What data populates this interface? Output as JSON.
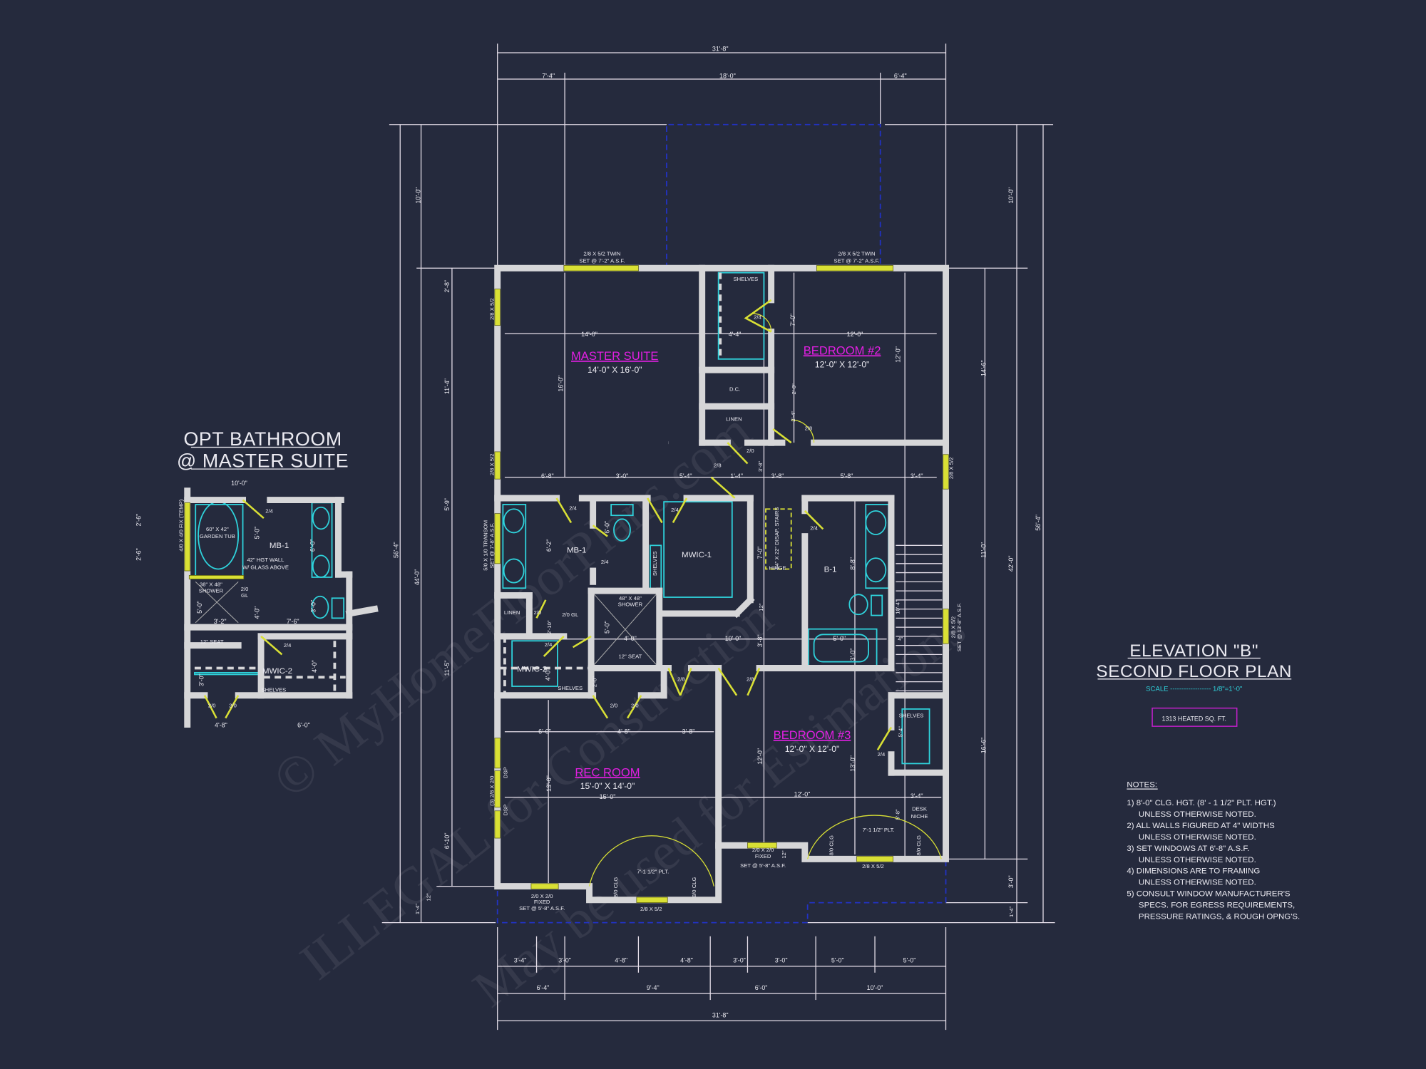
{
  "colors": {
    "background": "#252a3d",
    "walls": "#d6d6d8",
    "windows_doors": "#d9e035",
    "fixtures": "#2fd3dc",
    "room_labels": "#e31fe3",
    "roof_outline": "#2232c4"
  },
  "watermark": [
    "© MyHomeFloorPlans.com",
    "ILLEGAL for Construction",
    "May be used for Estimations"
  ],
  "title": {
    "line1": "ELEVATION \"B\"",
    "line2": "SECOND FLOOR PLAN",
    "scale_label": "SCALE ------------------ 1/8\"=1'-0\"",
    "heated_area": "1313 HEATED SQ. FT."
  },
  "notes": {
    "heading": "NOTES:",
    "lines": [
      "1) 8'-0\"  CLG. HGT. (8' - 1 1/2\" PLT. HGT.)",
      "UNLESS OTHERWISE NOTED.",
      "2) ALL  WALLS FIGURED AT 4\" WIDTHS",
      "UNLESS OTHERWISE NOTED.",
      "3) SET WINDOWS AT 6'-8\" A.S.F.",
      "UNLESS OTHERWISE NOTED.",
      "4) DIMENSIONS ARE TO FRAMING",
      "UNLESS OTHERWISE NOTED.",
      "5) CONSULT WINDOW MANUFACTURER'S",
      "SPECS. FOR EGRESS REQUIREMENTS,",
      "PRESSURE RATINGS, & ROUGH OPNG'S."
    ]
  },
  "rooms": {
    "master_suite": {
      "name": "MASTER SUITE",
      "size": "14'-0\" X 16'-0\""
    },
    "bedroom2": {
      "name": "BEDROOM #2",
      "size": "12'-0\" X 12'-0\""
    },
    "rec_room": {
      "name": "REC ROOM",
      "size": "15'-0\" X 14'-0\"",
      "width": "15'-0\""
    },
    "bedroom3": {
      "name": "BEDROOM #3",
      "size": "12'-0\" X 12'-0\""
    }
  },
  "dims": {
    "top_total": "31'-8\"",
    "top": [
      "7'-4\"",
      "18'-0\"",
      "6'-4\""
    ],
    "bottom_row1": [
      "3'-4\"",
      "3'-0\"",
      "4'-8\"",
      "4'-8\"",
      "3'-0\"",
      "3'-0\"",
      "5'-0\"",
      "5'-0\""
    ],
    "bottom_row2": [
      "6'-4\"",
      "9'-4\"",
      "6'-0\"",
      "10'-0\""
    ],
    "bottom_total": "31'-8\"",
    "left_outer": "56'-4\"",
    "left_mid": [
      "10'-0\"",
      "44'-0\"",
      "1'-4\"",
      "12\""
    ],
    "left_inner": [
      "2'-8\"",
      "11'-4\"",
      "5'-9\"",
      "11'-5\"",
      "6'-10\""
    ],
    "right_outer": "56'-4\"",
    "right_mid": [
      "10'-0\"",
      "42'-0\"",
      "3'-0\"",
      "1'-4\""
    ],
    "right_inner": [
      "14'-6\"",
      "11'-0\"",
      "16'-6\""
    ],
    "upper_row": [
      "6'-8\"",
      "3'-0\"",
      "5'-4\"",
      "1'-4\"",
      "3'-8\"",
      "5'-8\"",
      "3'-4\""
    ],
    "rec_row": [
      "6'-0\"",
      "4'-8\"",
      "3'-8\""
    ]
  },
  "windows": {
    "top_twin": [
      "2/8 X 5/2 TWIN",
      "SET @ 7'-2\" A.S.F."
    ],
    "side_2852": "2/8 X 5/2",
    "transom": [
      "5/0 X 1/0 TRANSOM",
      "SET @ 7'-8\" A.S.F."
    ],
    "right_high": [
      "2/8 X 5/2",
      "SET @ 13'-8\" A.S.F."
    ],
    "rec_side": "(3) 2/8 X 2/0",
    "dsp": "DSP",
    "fixed": [
      "2/0 X 2/0",
      "FIXED",
      "SET @ 5'-8\" A.S.F."
    ],
    "plate": "7'-1 1/2\" PLT.",
    "clg": "8/0 CLG"
  },
  "plan_labels": {
    "shelves": "SHELVES",
    "dc": "D.C.",
    "linen": "LINEN",
    "mb1": "MB-1",
    "mwic1": "MWIC-1",
    "mwic2": "MWIC-2",
    "b1": "B-1",
    "stairs": "54\" X 22\" DISAP. STAIRS",
    "hinge": "HINGE",
    "shower48": "48\" X 48\"",
    "shower_word": "SHOWER",
    "seat": "12\" SEAT",
    "gl": "2/0 GL",
    "desk": "DESK",
    "niche": "NICHE",
    "d24": "2/4",
    "d28": "2/8",
    "d20": "2/0",
    "d_14_0": "14'-0\"",
    "d_4_4": "4'-4\"",
    "d_12_0": "12'-0\"",
    "d_16_0": "16'-0\"",
    "d_7_0": "7'-0\"",
    "d_2_0": "2'-0\"",
    "d_2_4": "2'-4\"",
    "d_3_8": "3'-8\"",
    "d_6_2": "6'-2\"",
    "d_6_0": "6'-0\"",
    "d_8_8": "8'-8\"",
    "d_2_10": "2'-10\"",
    "d_5_0": "5'-0\"",
    "d_4_0": "4'-0\"",
    "d_12": "12\"",
    "d_10_0": "10'-0\"",
    "d_3_0": "3'-0\"",
    "d_10_4": "10'-4\"",
    "d_4": "4\"",
    "d_13_0": "13'-0\"",
    "d_5_4": "5'-4\"",
    "d_3_4": "3'-4\"",
    "d_5_8": "5'-8\""
  },
  "opt_bath": {
    "title1": "OPT BATHROOM",
    "title2": "@ MASTER SUITE",
    "width": "10'-0\"",
    "d_2_6": "2'-6\"",
    "window": "4/0 X 4/0 FIX (TEMP)",
    "tub": [
      "60\" X 42\"",
      "GARDEN TUB"
    ],
    "wall": [
      "42\" HGT WALL",
      "W/ GLASS ABOVE"
    ],
    "shower": [
      "38\" X 48\"",
      "SHOWER"
    ],
    "gl": [
      "2/0",
      "GL"
    ],
    "mb1": "MB-1",
    "mwic2": "MWIC-2",
    "shelves": "SHELVES",
    "seat": "12\" SEAT",
    "d24": "2/4",
    "d20": "2/0",
    "d_5_0": "5'-0\"",
    "d_6_0": "6'-0\"",
    "d_4_0": "4'-0\"",
    "d_3_0": "3'-0\"",
    "d_3_2": "3'-2\"",
    "d_7_6": "7'-6\"",
    "d_4_8": "4'-8\""
  }
}
